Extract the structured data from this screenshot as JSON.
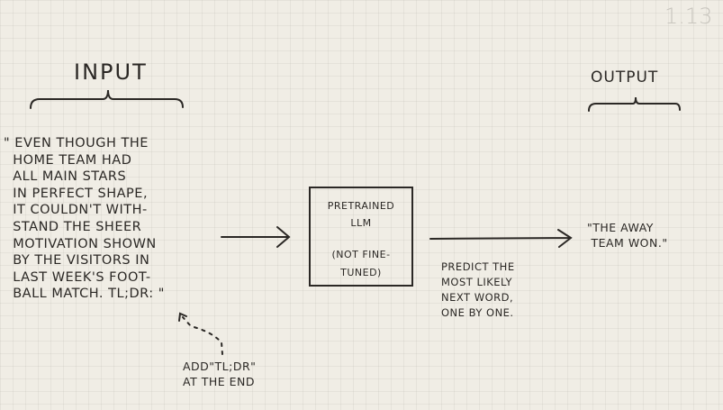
{
  "page_number": "1.13",
  "input": {
    "label": "INPUT",
    "lines": [
      "\" EVEN THOUGH THE",
      "  HOME TEAM HAD",
      "  ALL MAIN STARS",
      "  IN PERFECT SHAPE,",
      "  IT COULDN'T WITH-",
      "  STAND THE SHEER",
      "  MOTIVATION SHOWN",
      "  BY THE VISITORS IN",
      "  LAST WEEK'S FOOT-",
      "  BALL MATCH. TL;DR: \""
    ]
  },
  "model_box": {
    "title_lines": [
      "PRETRAINED",
      "LLM"
    ],
    "subtitle_lines": [
      "(NOT FINE-",
      "TUNED)"
    ]
  },
  "process_caption": [
    "PREDICT THE",
    "MOST LIKELY",
    "NEXT WORD,",
    "ONE BY ONE."
  ],
  "output": {
    "label": "OUTPUT",
    "lines": [
      "\"THE AWAY",
      " TEAM WON.\""
    ]
  },
  "annotation": [
    "ADD\"TL;DR\"",
    "AT THE END"
  ]
}
